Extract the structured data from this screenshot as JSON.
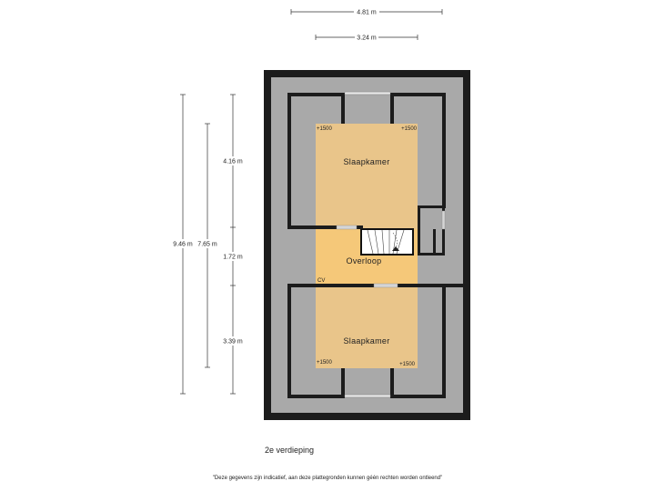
{
  "dimensions": {
    "top_outer": "4.81 m",
    "top_inner": "3.24 m",
    "left_total": "9.46 m",
    "left_middle": "7.65 m",
    "seg_upper": "4.16 m",
    "seg_middle": "1.72 m",
    "seg_lower": "3.39 m"
  },
  "rooms": {
    "upper": "Slaapkamer",
    "landing": "Overloop",
    "lower": "Slaapkamer",
    "cv": "CV"
  },
  "levels": {
    "upper_left": "+1500",
    "upper_right": "+1500",
    "lower_left": "+1500",
    "lower_right": "+1500"
  },
  "floor_label": "2e verdieping",
  "disclaimer": "\"Deze gegevens zijn indicatief, aan deze plattegronden kunnen géén rechten worden ontleend\"",
  "colors": {
    "outer_wall": "#1c1c1c",
    "floor_grey": "#a9a9a9",
    "room_orange": "#e9c58a",
    "landing_orange": "#f5c879",
    "window": "#d5d5d5"
  }
}
